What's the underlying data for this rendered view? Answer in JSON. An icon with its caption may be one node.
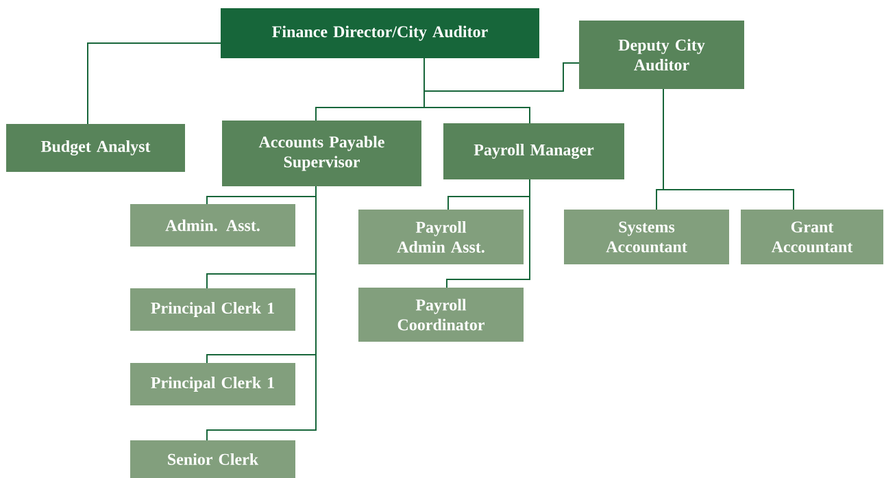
{
  "diagram": {
    "nodes": [
      {
        "text": [
          "Finance Director/City Auditor"
        ]
      },
      {
        "text": [
          "Deputy City Auditor"
        ]
      },
      {
        "text": [
          "Budget Analyst"
        ]
      },
      {
        "text": [
          "Accounts  Payable Supervisor"
        ]
      },
      {
        "text": [
          "Payroll  Manager"
        ]
      },
      {
        "text": [
          "Admin. Asst."
        ]
      },
      {
        "text": [
          "Principal Clerk 1"
        ]
      },
      {
        "text": [
          "Principal Clerk 1"
        ]
      },
      {
        "text": [
          "Senior Clerk"
        ]
      },
      {
        "text": [
          "Payroll Admin Asst."
        ]
      },
      {
        "text": [
          "Payroll Coordinator"
        ]
      },
      {
        "text": [
          "Systems Accountant"
        ]
      },
      {
        "text": [
          "Grant Accountant"
        ]
      }
    ],
    "edges": [
      {
        "from": 0,
        "to": 2,
        "arrow": "none"
      },
      {
        "from": 0,
        "to": 1,
        "arrow": "none"
      },
      {
        "from": 0,
        "to": 3,
        "arrow": "none"
      },
      {
        "from": 0,
        "to": 4,
        "arrow": "none"
      },
      {
        "from": 3,
        "to": 5,
        "arrow": "none"
      },
      {
        "from": 3,
        "to": 6,
        "arrow": "none"
      },
      {
        "from": 3,
        "to": 7,
        "arrow": "none"
      },
      {
        "from": 3,
        "to": 8,
        "arrow": "none"
      },
      {
        "from": 4,
        "to": 9,
        "arrow": "none"
      },
      {
        "from": 4,
        "to": 10,
        "arrow": "none"
      },
      {
        "from": 1,
        "to": 11,
        "arrow": "none"
      },
      {
        "from": 1,
        "to": 12,
        "arrow": "none"
      }
    ]
  }
}
